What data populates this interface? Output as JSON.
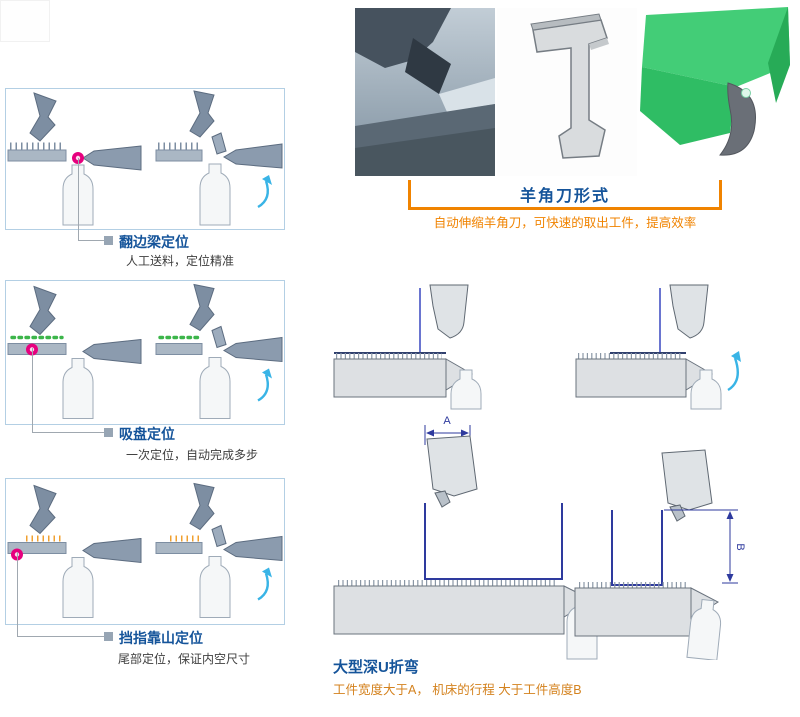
{
  "panels": [
    {
      "title": "翻边梁定位",
      "subtitle": "人工送料，定位精准"
    },
    {
      "title": "吸盘定位",
      "subtitle": "一次定位，自动完成多步"
    },
    {
      "title": "挡指靠山定位",
      "subtitle": "尾部定位，保证内空尺寸"
    }
  ],
  "horn_knife": {
    "title": "羊角刀形式",
    "caption": "自动伸缩羊角刀，可快速的取出工件，提高效率"
  },
  "deep_u": {
    "title": "大型深U折弯",
    "caption": "工件宽度大于A， 机床的行程 大于工件高度B"
  },
  "dims": {
    "a": "A",
    "b": "B"
  },
  "colors": {
    "accent_blue": "#15549a",
    "accent_orange": "#f08300",
    "locator_magenta": "#e6007e",
    "arrow_cyan": "#39b4e6",
    "suction_green": "#3cb54a",
    "workpiece_blue": "#2e3a9e",
    "part_green": "#3fca73"
  }
}
